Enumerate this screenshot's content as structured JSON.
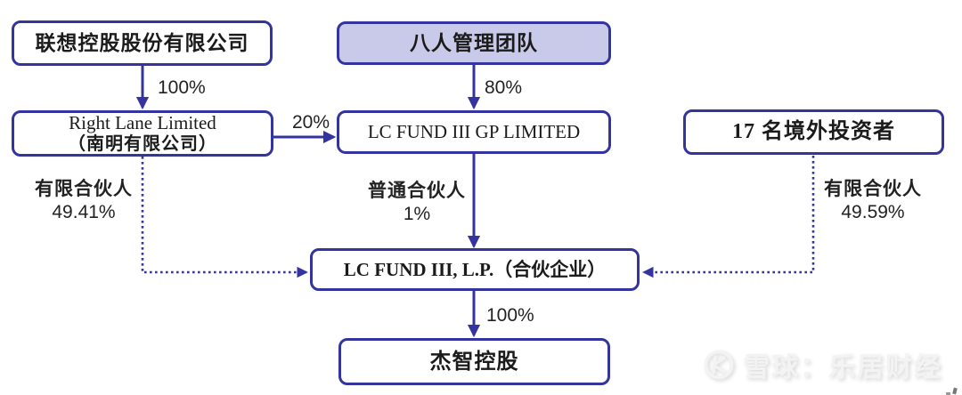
{
  "colors": {
    "accent_blue": "#34349f",
    "team_box_fill": "#c9cae9",
    "text": "#1b1b1b",
    "watermark_gray": "#f3f3f3"
  },
  "nodes": {
    "lenovo": {
      "label": "联想控股股份有限公司"
    },
    "team": {
      "label": "八人管理团队"
    },
    "right_lane": {
      "line1": "Right Lane Limited",
      "line2": "（南明有限公司）"
    },
    "gp": {
      "label": "LC FUND III GP LIMITED"
    },
    "investors": {
      "label": "17 名境外投资者"
    },
    "lp": {
      "label": "LC FUND III, L.P.（合伙企业）"
    },
    "jiezhi": {
      "label": "杰智控股"
    }
  },
  "edges": {
    "lenovo_to_rightlane": {
      "pct": "100%"
    },
    "team_to_gp": {
      "pct": "80%"
    },
    "rightlane_to_gp": {
      "pct": "20%"
    },
    "rightlane_to_lp": {
      "role": "有限合伙人",
      "pct": "49.41%"
    },
    "gp_to_lp": {
      "role": "普通合伙人",
      "pct": "1%"
    },
    "investors_to_lp": {
      "role": "有限合伙人",
      "pct": "49.59%"
    },
    "lp_to_jiezhi": {
      "pct": "100%"
    }
  },
  "watermark": {
    "logo": "xueqiu-logo",
    "text": "雪球：乐居财经"
  }
}
